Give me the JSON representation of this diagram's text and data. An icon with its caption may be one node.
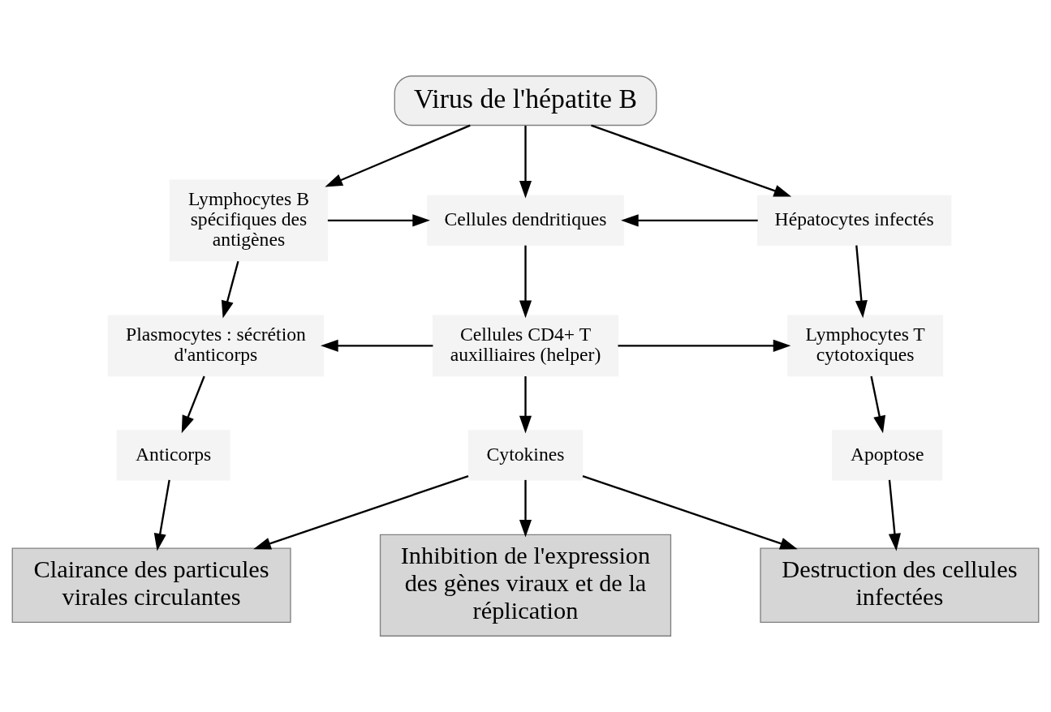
{
  "diagram": {
    "nodes": [
      {
        "text": [
          "Virus de l'hépatite B"
        ]
      },
      {
        "text": [
          "Lymphocytes B spécifiques des antigènes"
        ]
      },
      {
        "text": [
          "Cellules dendritiques"
        ]
      },
      {
        "text": [
          "Hépatocytes infectés"
        ]
      },
      {
        "text": [
          "Plasmocytes : sécrétion d'anticorps"
        ]
      },
      {
        "text": [
          "Cellules CD4+ T auxilliaires (helper)"
        ]
      },
      {
        "text": [
          "Lymphocytes T cytotoxiques"
        ]
      },
      {
        "text": [
          "Anticorps"
        ]
      },
      {
        "text": [
          "Cytokines"
        ]
      },
      {
        "text": [
          "Apoptose"
        ]
      },
      {
        "text": [
          "Clairance des particules virales circulantes"
        ]
      },
      {
        "text": [
          "Inhibition de l'expression des gènes viraux et de la réplication"
        ]
      },
      {
        "text": [
          "Destruction des cellules infectées"
        ]
      }
    ],
    "edges": [
      {
        "from": 0,
        "to": 1,
        "arrow": "to"
      },
      {
        "from": 0,
        "to": 2,
        "arrow": "to"
      },
      {
        "from": 0,
        "to": 3,
        "arrow": "to"
      },
      {
        "from": 1,
        "to": 2,
        "arrow": "to"
      },
      {
        "from": 3,
        "to": 2,
        "arrow": "to"
      },
      {
        "from": 1,
        "to": 4,
        "arrow": "to"
      },
      {
        "from": 2,
        "to": 5,
        "arrow": "to"
      },
      {
        "from": 5,
        "to": 4,
        "arrow": "to"
      },
      {
        "from": 5,
        "to": 6,
        "arrow": "to"
      },
      {
        "from": 3,
        "to": 6,
        "arrow": "to"
      },
      {
        "from": 4,
        "to": 7,
        "arrow": "to"
      },
      {
        "from": 5,
        "to": 8,
        "arrow": "to"
      },
      {
        "from": 6,
        "to": 9,
        "arrow": "to"
      },
      {
        "from": 7,
        "to": 10,
        "arrow": "to"
      },
      {
        "from": 8,
        "to": 10,
        "arrow": "to"
      },
      {
        "from": 8,
        "to": 11,
        "arrow": "to"
      },
      {
        "from": 8,
        "to": 12,
        "arrow": "to"
      },
      {
        "from": 9,
        "to": 12,
        "arrow": "to"
      }
    ]
  }
}
